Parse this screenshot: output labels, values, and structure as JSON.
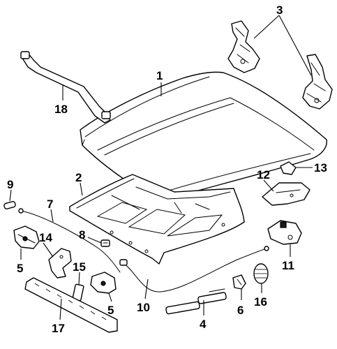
{
  "diagram": {
    "type": "exploded-parts-diagram",
    "callouts": [
      {
        "id": "1",
        "label": "1"
      },
      {
        "id": "2",
        "label": "2"
      },
      {
        "id": "3",
        "label": "3"
      },
      {
        "id": "4",
        "label": "4"
      },
      {
        "id": "5a",
        "label": "5"
      },
      {
        "id": "5b",
        "label": "5"
      },
      {
        "id": "6",
        "label": "6"
      },
      {
        "id": "7",
        "label": "7"
      },
      {
        "id": "8",
        "label": "8"
      },
      {
        "id": "9",
        "label": "9"
      },
      {
        "id": "10",
        "label": "10"
      },
      {
        "id": "11",
        "label": "11"
      },
      {
        "id": "12",
        "label": "12"
      },
      {
        "id": "13",
        "label": "13"
      },
      {
        "id": "14",
        "label": "14"
      },
      {
        "id": "15",
        "label": "15"
      },
      {
        "id": "16",
        "label": "16"
      },
      {
        "id": "17",
        "label": "17"
      },
      {
        "id": "18",
        "label": "18"
      }
    ]
  }
}
